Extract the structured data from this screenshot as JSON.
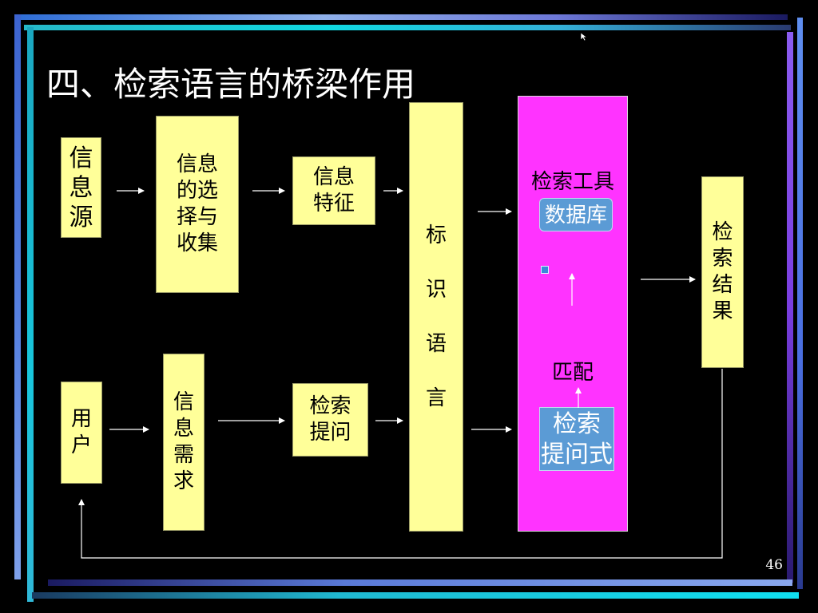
{
  "slide": {
    "title": "四、检索语言的桥梁作用",
    "page_number": "46"
  },
  "diagram": {
    "info_source": [
      "信",
      "息",
      "源"
    ],
    "selection": [
      "信息",
      "的选",
      "择与",
      "收集"
    ],
    "features": [
      "信息",
      "特征"
    ],
    "user": [
      "用",
      "户"
    ],
    "need": [
      "信",
      "息",
      "需",
      "求"
    ],
    "question": [
      "检索",
      "提问"
    ],
    "index_language": [
      "标",
      "识",
      "语",
      "言"
    ],
    "tool": {
      "title": "检索工具",
      "database": "数据库",
      "match": "匹配",
      "query": [
        "检索",
        "提问式"
      ]
    },
    "result": [
      "检",
      "索",
      "结",
      "果"
    ]
  }
}
